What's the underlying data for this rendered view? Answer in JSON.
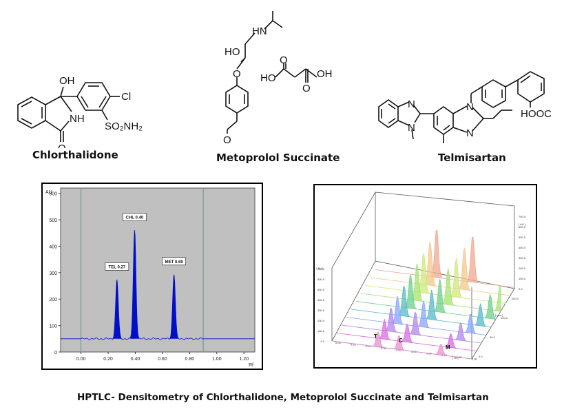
{
  "compounds": {
    "chlorthalidone": {
      "name": "Chlorthalidone",
      "atoms": {
        "oh": "OH",
        "cl": "Cl",
        "nh": "NH",
        "o": "O",
        "so2nh2": "SO₂NH₂"
      }
    },
    "metoprolol": {
      "name": "Metoprolol Succinate",
      "atoms": {
        "hn": "HN",
        "ho": "HO",
        "o_ether": "O",
        "o_methoxy": "O",
        "ho_acid": "HO",
        "oh_acid": "OH",
        "o_left": "O",
        "o_right": "O"
      }
    },
    "telmisartan": {
      "name": "Telmisartan",
      "atoms": {
        "n1": "N",
        "n2": "N",
        "n3": "N",
        "n4": "N",
        "hooc": "HOOC"
      }
    }
  },
  "chromatogram": {
    "ytitle": "AU",
    "xtitle": "Rf",
    "yticks": [
      "0",
      "100",
      "200",
      "300",
      "400",
      "500",
      "600"
    ],
    "xticks": [
      "0.00",
      "0.20",
      "0.40",
      "0.60",
      "0.80",
      "1.00",
      "1.20"
    ],
    "peak_color": "#0010c8",
    "background": "#c0c0c0",
    "peaks": [
      {
        "label": "TEL 0.27",
        "rf": 0.265,
        "height": 275
      },
      {
        "label": "CHL 0.40",
        "rf": 0.395,
        "height": 462
      },
      {
        "label": "MET 0.69",
        "rf": 0.685,
        "height": 295
      }
    ],
    "baseline": 50
  },
  "overlay3d": {
    "left_axis_title": "[ AU ]",
    "right_axis_title": "[ AU ]",
    "depth_axis_title": "[ mm ]",
    "rf_axis_title": "[ Rf ]",
    "left_ticks": [
      "0.0",
      "100.0",
      "200.0",
      "300.0",
      "400.0",
      "500.0",
      "600.0",
      "700.0"
    ],
    "right_ticks": [
      "0.0",
      "100.0",
      "200.0",
      "300.0",
      "400.0",
      "500.0",
      "600.0",
      "700.0"
    ],
    "rf_ticks": [
      "0.00",
      "0.10",
      "0.20",
      "0.30",
      "0.40",
      "0.50",
      "0.60",
      "0.70",
      "0.80",
      "0.90"
    ],
    "depth_ticks": [
      "0.0",
      "50.0",
      "100.0",
      "200.0"
    ],
    "peak_labels": [
      "T",
      "C",
      "M"
    ],
    "tracks": [
      {
        "color": "#e88fd0",
        "peaks": [
          0.28,
          0.26,
          0.2
        ]
      },
      {
        "color": "#d46ee0",
        "peaks": [
          0.36,
          0.34,
          0.26
        ]
      },
      {
        "color": "#b384ef",
        "peaks": [
          0.44,
          0.42,
          0.32
        ]
      },
      {
        "color": "#8aa6ff",
        "peaks": [
          0.5,
          0.48,
          0.36
        ]
      },
      {
        "color": "#57b8c8",
        "peaks": [
          0.56,
          0.54,
          0.4
        ]
      },
      {
        "color": "#6bd08a",
        "peaks": [
          0.62,
          0.6,
          0.44
        ]
      },
      {
        "color": "#a5e36e",
        "peaks": [
          0.68,
          0.66,
          0.48
        ]
      },
      {
        "color": "#cfe87a",
        "peaks": [
          0.74,
          0.72,
          0.52
        ]
      },
      {
        "color": "#f2c88c",
        "peaks": [
          0.8,
          0.78,
          0.56
        ]
      },
      {
        "color": "#f0a890",
        "peaks": [
          0.9,
          0.86,
          0.6
        ]
      }
    ]
  },
  "caption": "HPTLC- Densitometry of Chlorthalidone, Metoprolol Succinate and Telmisartan"
}
